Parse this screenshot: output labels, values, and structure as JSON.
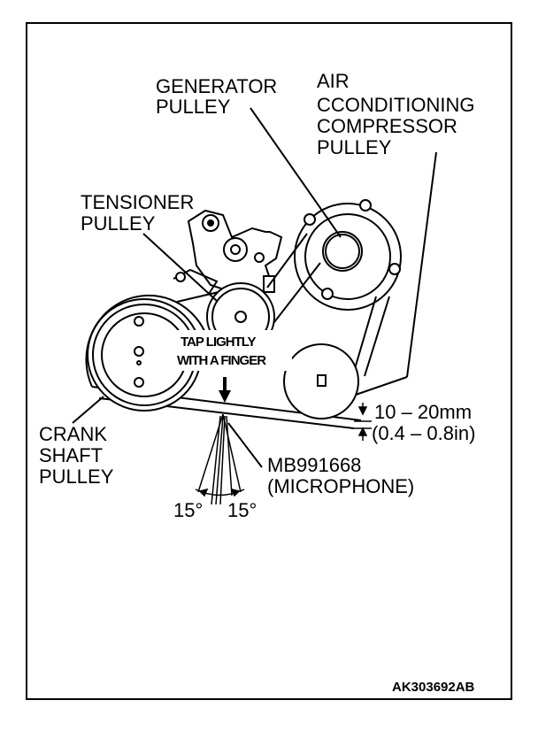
{
  "labels": {
    "generator_line1": "GENERATOR",
    "generator_line2": "PULLEY",
    "ac_line1": "AIR",
    "ac_line2": "CCONDITIONING",
    "ac_line3": "COMPRESSOR",
    "ac_line4": "PULLEY",
    "tensioner_line1": "TENSIONER",
    "tensioner_line2": "PULLEY",
    "crank_line1": "CRANK",
    "crank_line2": "SHAFT",
    "crank_line3": "PULLEY",
    "tap_line1": "TAP LIGHTLY",
    "tap_line2": "WITH A FINGER",
    "deflection_mm": "10 – 20mm",
    "deflection_in": "(0.4 – 0.8in)",
    "tool_line1": "MB991668",
    "tool_line2": "(MICROPHONE)",
    "angle_left": "15°",
    "angle_right": "15°",
    "figure_code": "AK303692AB"
  }
}
